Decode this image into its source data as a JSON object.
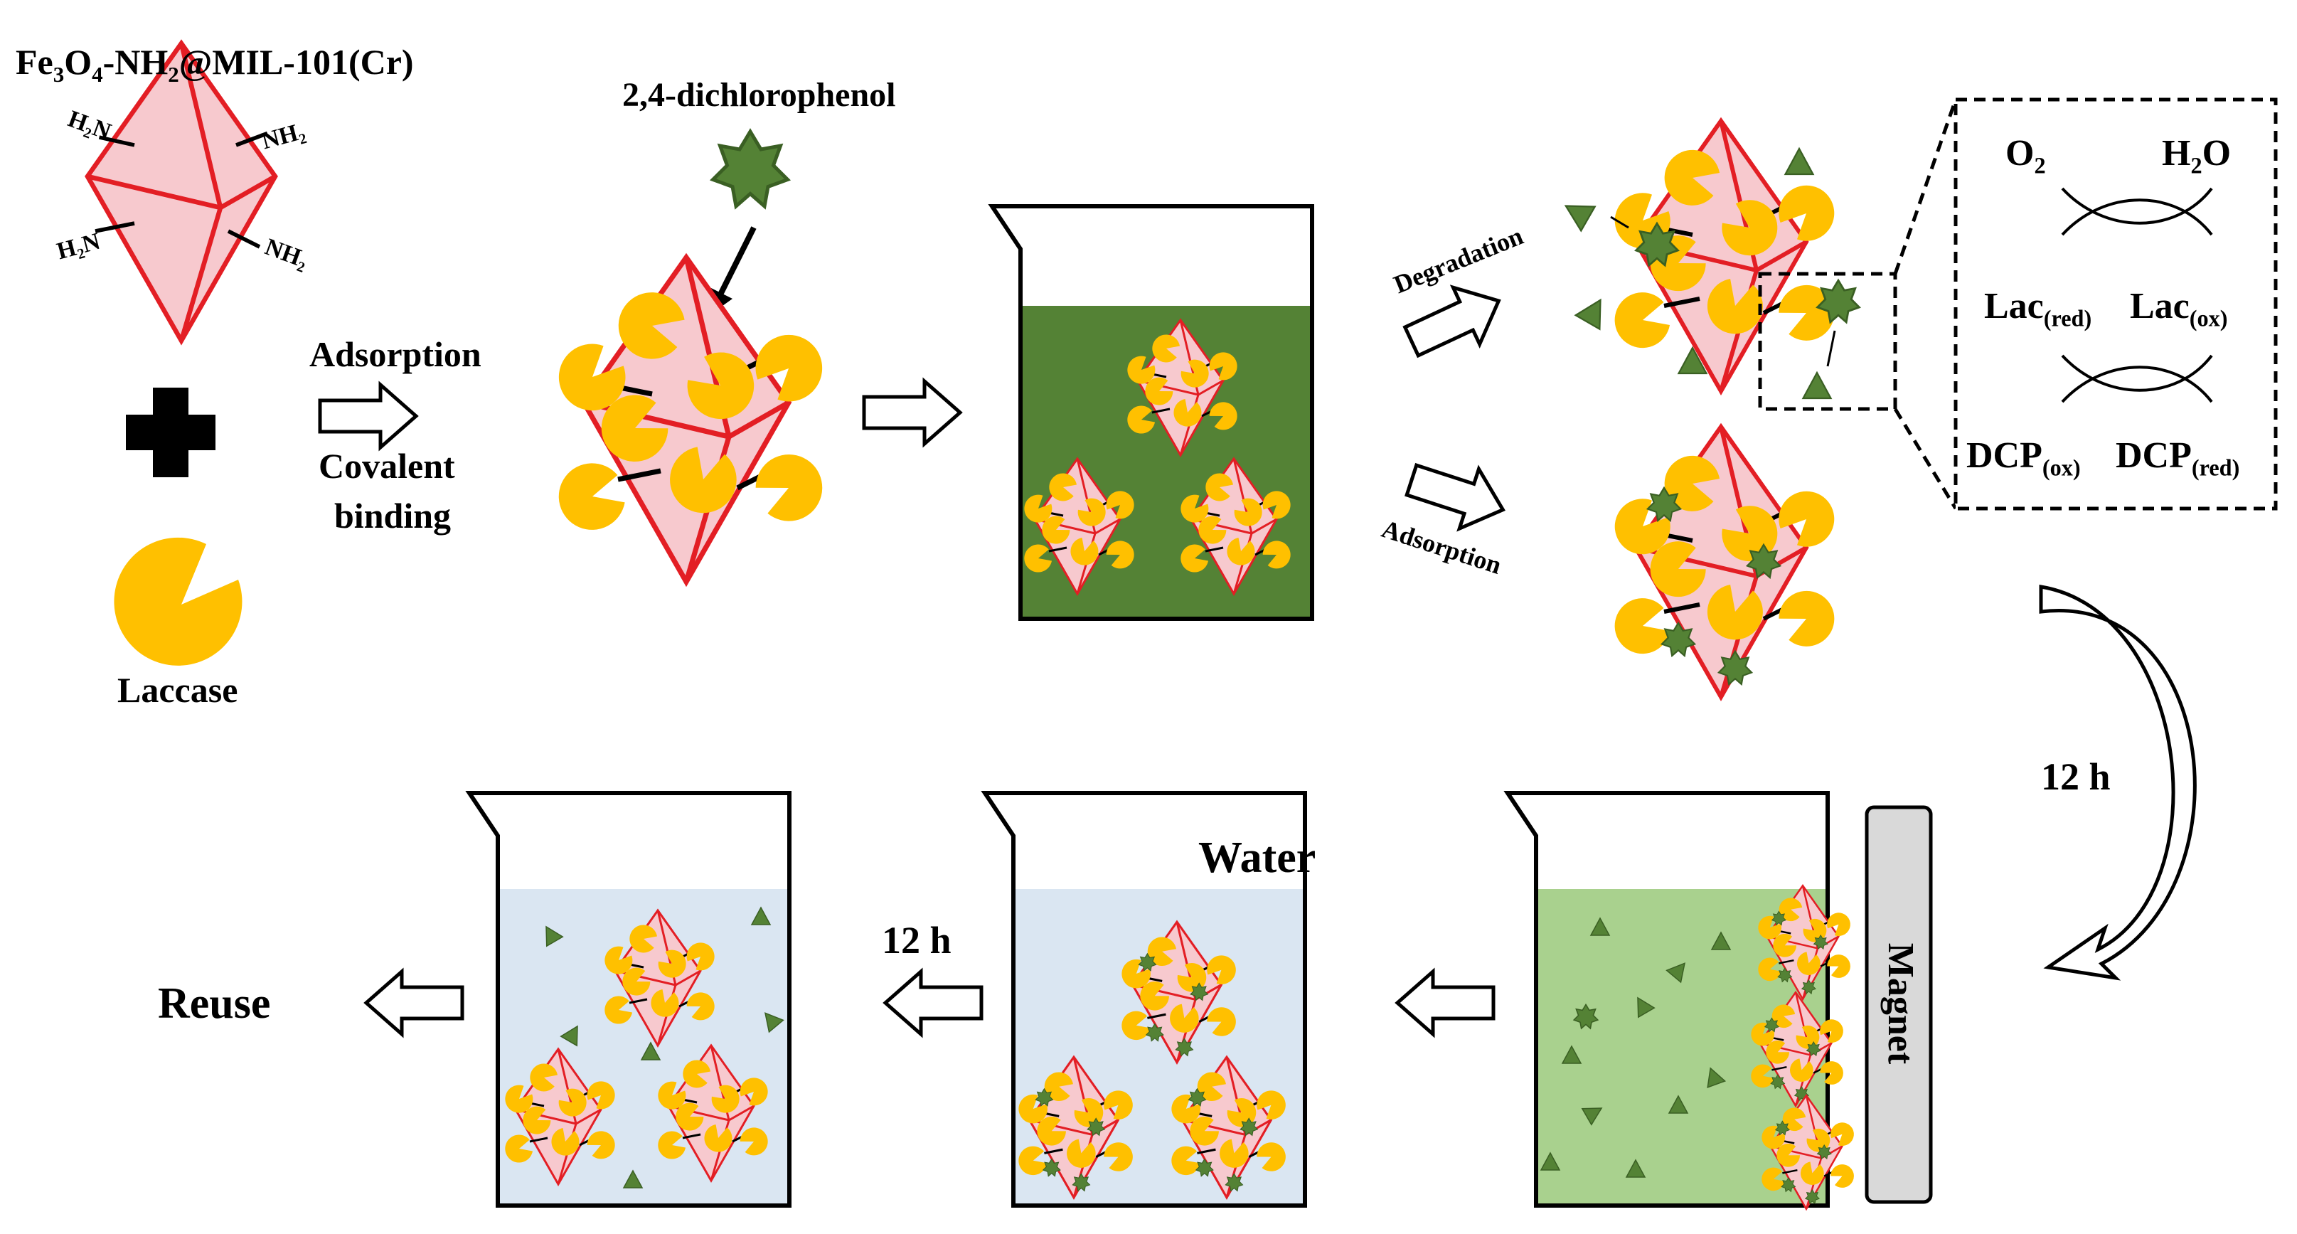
{
  "colors": {
    "enzyme": "#FFC000",
    "octahedron_fill": "#F7C9CE",
    "octahedron_edge": "#E31E24",
    "pollutant": "#548235",
    "solution_green": "#548235",
    "solution_light_green": "#A9D18E",
    "solution_blue": "#DAE6F2",
    "magnet": "#D9D9D9"
  },
  "labels": {
    "material_prefix": "Fe",
    "material_s1": "3",
    "material_mid": "O",
    "material_s2": "4",
    "material_mid2": "-NH",
    "material_s3": "2",
    "material_suffix": "@MIL-101(Cr)",
    "nh2_a": "H₂N",
    "nh2_b": "NH₂",
    "nh2_c": "H₂N",
    "nh2_d": "NH₂",
    "laccase": "Laccase",
    "dcp_name": "2,4-dichlorophenol",
    "step_adsorption": "Adsorption",
    "step_covalent_1": "Covalent",
    "step_covalent_2": "binding",
    "branch_degradation": "Degradation",
    "branch_adsorption": "Adsorption",
    "time_right": "12 h",
    "time_bottom": "12 h",
    "water": "Water",
    "magnet": "Magnet",
    "reuse": "Reuse",
    "cycle_o2": "O",
    "cycle_o2_sub": "2",
    "cycle_h2o_a": "H",
    "cycle_h2o_sub": "2",
    "cycle_h2o_b": "O",
    "lac_red": "Lac",
    "lac_red_sub": "(red)",
    "lac_ox": "Lac",
    "lac_ox_sub": "(ox)",
    "dcp_ox": "DCP",
    "dcp_ox_sub": "(ox)",
    "dcp_red": "DCP",
    "dcp_red_sub": "(red)"
  }
}
